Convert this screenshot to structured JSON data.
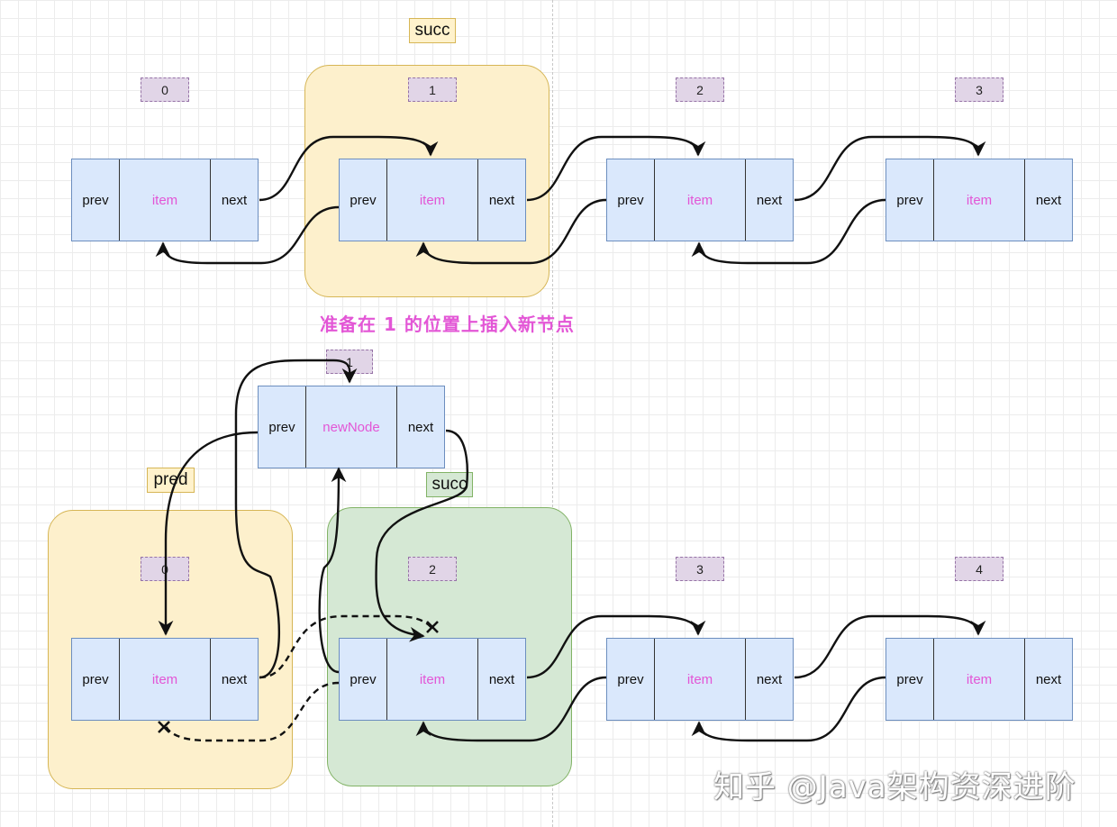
{
  "top": {
    "succ_label": "succ",
    "indices": [
      "0",
      "1",
      "2",
      "3"
    ],
    "nodes": [
      {
        "prev": "prev",
        "item": "item",
        "next": "next"
      },
      {
        "prev": "prev",
        "item": "item",
        "next": "next"
      },
      {
        "prev": "prev",
        "item": "item",
        "next": "next"
      },
      {
        "prev": "prev",
        "item": "item",
        "next": "next"
      }
    ]
  },
  "caption": "准备在 1 的位置上插入新节点",
  "bottom": {
    "new_index": "1",
    "new_node": {
      "prev": "prev",
      "item": "newNode",
      "next": "next"
    },
    "pred_label": "pred",
    "succ_label": "succ",
    "indices": [
      "0",
      "2",
      "3",
      "4"
    ],
    "nodes": [
      {
        "prev": "prev",
        "item": "item",
        "next": "next"
      },
      {
        "prev": "prev",
        "item": "item",
        "next": "next"
      },
      {
        "prev": "prev",
        "item": "item",
        "next": "next"
      },
      {
        "prev": "prev",
        "item": "item",
        "next": "next"
      }
    ]
  },
  "watermark": "知乎 @Java架构资深进阶",
  "colors": {
    "node_fill": "#dae8fc",
    "node_border": "#6c8ebf",
    "item_text": "#e356d6",
    "group_yellow": "#fdf0cc",
    "group_green": "#d5e8d4",
    "index_fill": "#e1d5e7"
  }
}
